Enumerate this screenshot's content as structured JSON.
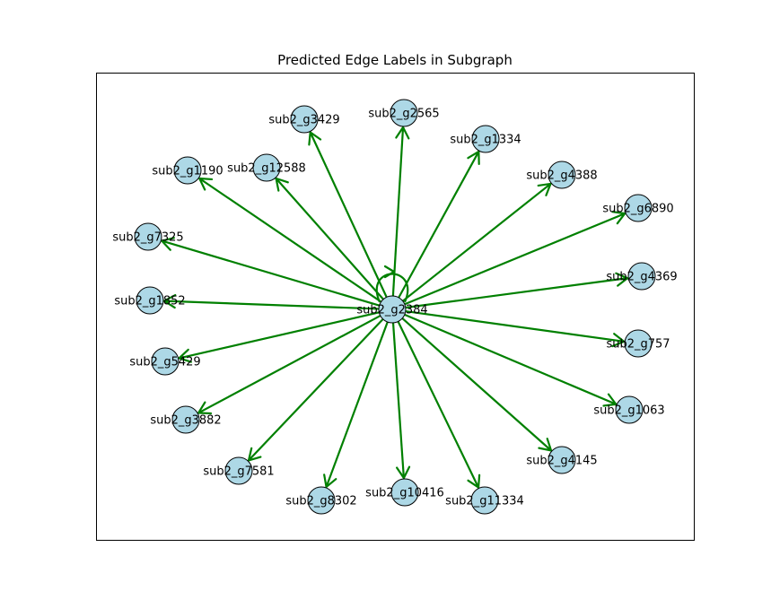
{
  "title": "Predicted Edge Labels in Subgraph",
  "colors": {
    "edge": "#008000",
    "node_fill": "#add8e6",
    "node_stroke": "#000000",
    "frame": "#000000"
  },
  "center": {
    "id": "sub2_g2384",
    "self_loop": true
  },
  "nodes": [
    {
      "id": "sub2_g3429"
    },
    {
      "id": "sub2_g2565"
    },
    {
      "id": "sub2_g1334"
    },
    {
      "id": "sub2_g4388"
    },
    {
      "id": "sub2_g6890"
    },
    {
      "id": "sub2_g4369"
    },
    {
      "id": "sub2_g757"
    },
    {
      "id": "sub2_g1063"
    },
    {
      "id": "sub2_g4145"
    },
    {
      "id": "sub2_g11334"
    },
    {
      "id": "sub2_g10416"
    },
    {
      "id": "sub2_g8302"
    },
    {
      "id": "sub2_g7581"
    },
    {
      "id": "sub2_g3882"
    },
    {
      "id": "sub2_g5429"
    },
    {
      "id": "sub2_g1852"
    },
    {
      "id": "sub2_g7325"
    },
    {
      "id": "sub2_g1190"
    },
    {
      "id": "sub2_g12588"
    }
  ],
  "edges": [
    {
      "from": "sub2_g2384",
      "to": "sub2_g3429"
    },
    {
      "from": "sub2_g2384",
      "to": "sub2_g2565"
    },
    {
      "from": "sub2_g2384",
      "to": "sub2_g1334"
    },
    {
      "from": "sub2_g2384",
      "to": "sub2_g4388"
    },
    {
      "from": "sub2_g2384",
      "to": "sub2_g6890"
    },
    {
      "from": "sub2_g2384",
      "to": "sub2_g4369"
    },
    {
      "from": "sub2_g2384",
      "to": "sub2_g757"
    },
    {
      "from": "sub2_g2384",
      "to": "sub2_g1063"
    },
    {
      "from": "sub2_g2384",
      "to": "sub2_g4145"
    },
    {
      "from": "sub2_g2384",
      "to": "sub2_g11334"
    },
    {
      "from": "sub2_g2384",
      "to": "sub2_g10416"
    },
    {
      "from": "sub2_g2384",
      "to": "sub2_g8302"
    },
    {
      "from": "sub2_g2384",
      "to": "sub2_g7581"
    },
    {
      "from": "sub2_g2384",
      "to": "sub2_g3882"
    },
    {
      "from": "sub2_g2384",
      "to": "sub2_g5429"
    },
    {
      "from": "sub2_g2384",
      "to": "sub2_g1852"
    },
    {
      "from": "sub2_g2384",
      "to": "sub2_g7325"
    },
    {
      "from": "sub2_g2384",
      "to": "sub2_g1190"
    },
    {
      "from": "sub2_g2384",
      "to": "sub2_g12588"
    },
    {
      "from": "sub2_g2384",
      "to": "sub2_g2384"
    }
  ]
}
